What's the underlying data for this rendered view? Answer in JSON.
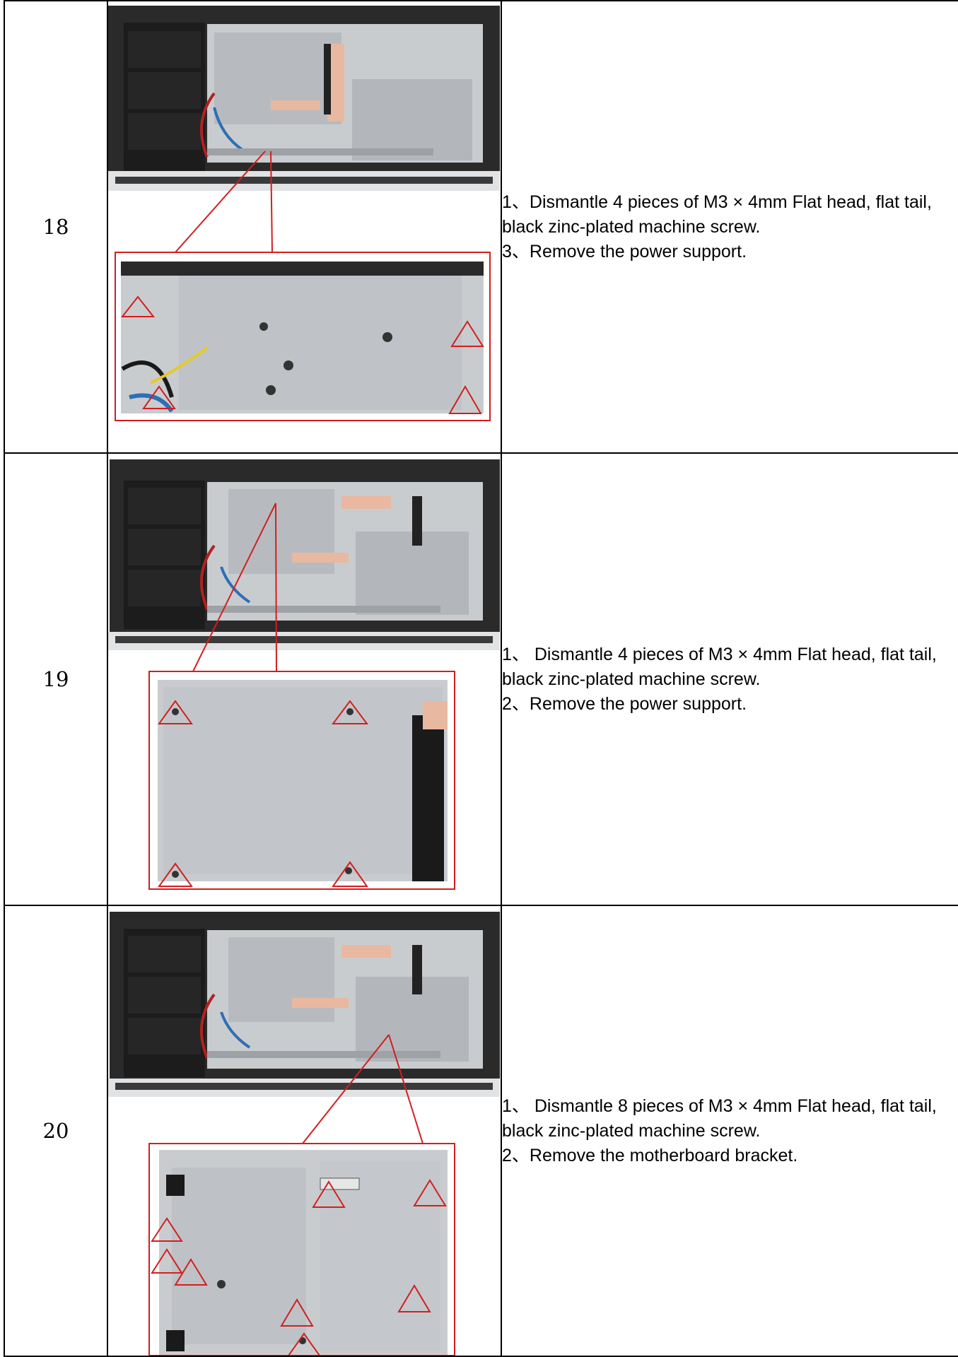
{
  "steps": [
    {
      "number": "18",
      "lines": [
        "1、Dismantle  4 pieces of M3 × 4mm Flat head, flat tail, black zinc-plated machine screw.",
        "3、Remove the power support."
      ]
    },
    {
      "number": "19",
      "lines": [
        "1、 Dismantle  4 pieces of M3 × 4mm Flat head, flat tail, black zinc-plated machine screw.",
        "2、Remove the power support."
      ]
    },
    {
      "number": "20",
      "lines": [
        "1、 Dismantle 8 pieces of M3 × 4mm Flat head, flat tail, black zinc-plated machine screw.",
        "2、Remove the motherboard bracket."
      ]
    }
  ],
  "colors": {
    "annotation": "#d21f1f",
    "bezel": "#2a2a2a",
    "metal": "#c9cccf",
    "metal_dark": "#a9adb1",
    "tape": "#e8b8a0"
  },
  "icons": [
    "screw-location-triangle-icon",
    "callout-line"
  ]
}
